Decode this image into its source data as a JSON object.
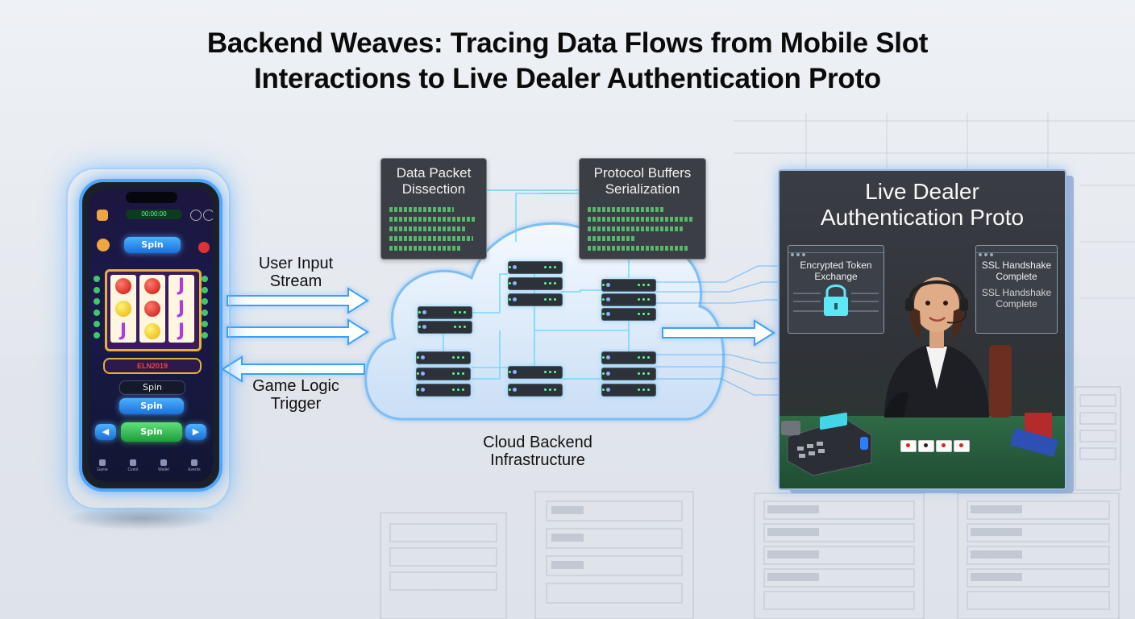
{
  "title": {
    "line1": "Backend Weaves: Tracing Data Flows from Mobile Slot",
    "line2": "Interactions to Live Dealer Authentication Proto"
  },
  "phone": {
    "credit_display": "00:00:00",
    "top_spin_label": "Spin",
    "marquee_text": "ELN2019",
    "amount_field": "Spin",
    "mid_spin_label": "Spin",
    "main_spin_label": "Spin",
    "nav_items": [
      "Game",
      "Cvent",
      "Wallet",
      "Events"
    ]
  },
  "flows": {
    "user_input": {
      "line1": "User Input",
      "line2": "Stream"
    },
    "game_logic": {
      "line1": "Game Logic",
      "line2": "Trigger"
    },
    "cloud": {
      "line1": "Cloud Backend",
      "line2": "Infrastructure"
    }
  },
  "boxes": {
    "packet": {
      "line1": "Data Packet",
      "line2": "Dissection"
    },
    "protobuf": {
      "line1": "Protocol Buffers",
      "line2": "Serialization"
    }
  },
  "dealer": {
    "title_line1": "Live Dealer",
    "title_line2": "Authentication Proto",
    "token_window": {
      "line1": "Encrypted Token",
      "line2": "Exchange"
    },
    "ssl_window": {
      "line1": "SSL Handshake",
      "line2": "Complete",
      "line3": "SSL Handshake",
      "line4": "Complete"
    }
  },
  "colors": {
    "glow_blue": "#4ea6ff",
    "arrow_blue": "#3aa0f5",
    "server_led": "#59ff84",
    "felt_green": "#2f6a46"
  }
}
